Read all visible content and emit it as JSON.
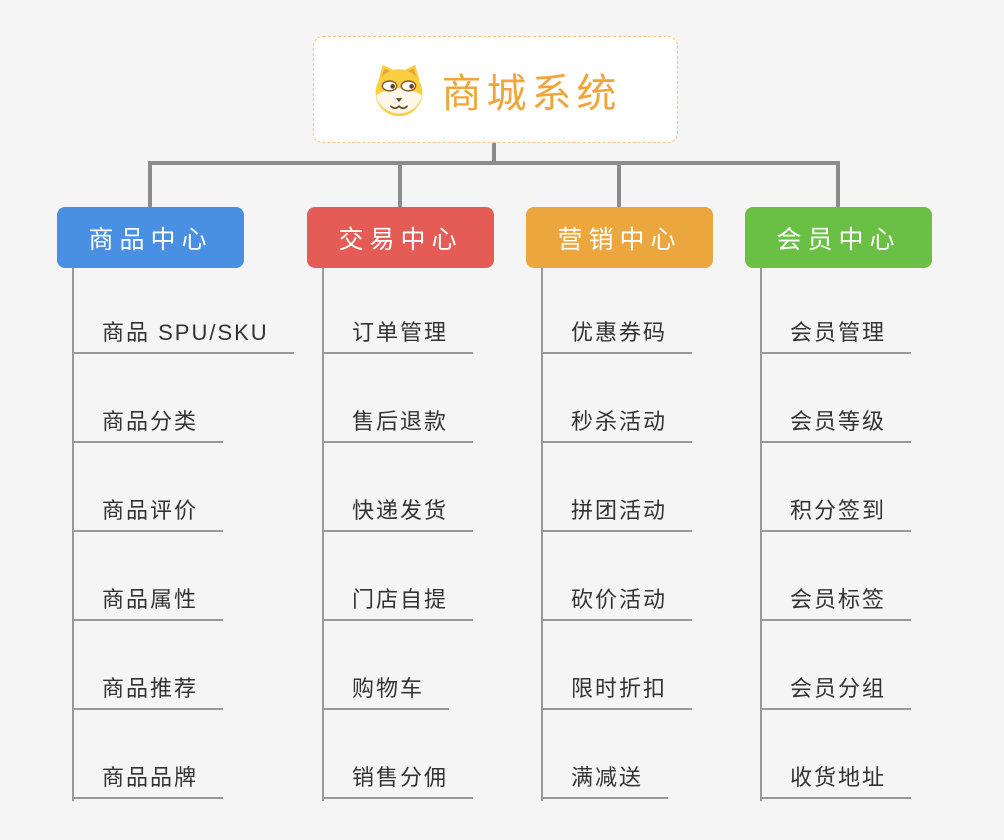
{
  "canvas": {
    "background": "#f5f5f5",
    "connector_color": "#8c8c8c",
    "leaf_line_color": "#999999"
  },
  "root": {
    "title": "商城系统",
    "icon": "dog-face-icon",
    "text_color": "#efa53c",
    "border_color": "#f0c27d"
  },
  "branches": [
    {
      "label": "商品中心",
      "color": "#4a90e2",
      "items": [
        "商品 SPU/SKU",
        "商品分类",
        "商品评价",
        "商品属性",
        "商品推荐",
        "商品品牌"
      ]
    },
    {
      "label": "交易中心",
      "color": "#e55c56",
      "items": [
        "订单管理",
        "售后退款",
        "快递发货",
        "门店自提",
        "购物车",
        "销售分佣"
      ]
    },
    {
      "label": "营销中心",
      "color": "#eba63e",
      "items": [
        "优惠券码",
        "秒杀活动",
        "拼团活动",
        "砍价活动",
        "限时折扣",
        "满减送"
      ]
    },
    {
      "label": "会员中心",
      "color": "#6ac045",
      "items": [
        "会员管理",
        "会员等级",
        "积分签到",
        "会员标签",
        "会员分组",
        "收货地址"
      ]
    }
  ]
}
